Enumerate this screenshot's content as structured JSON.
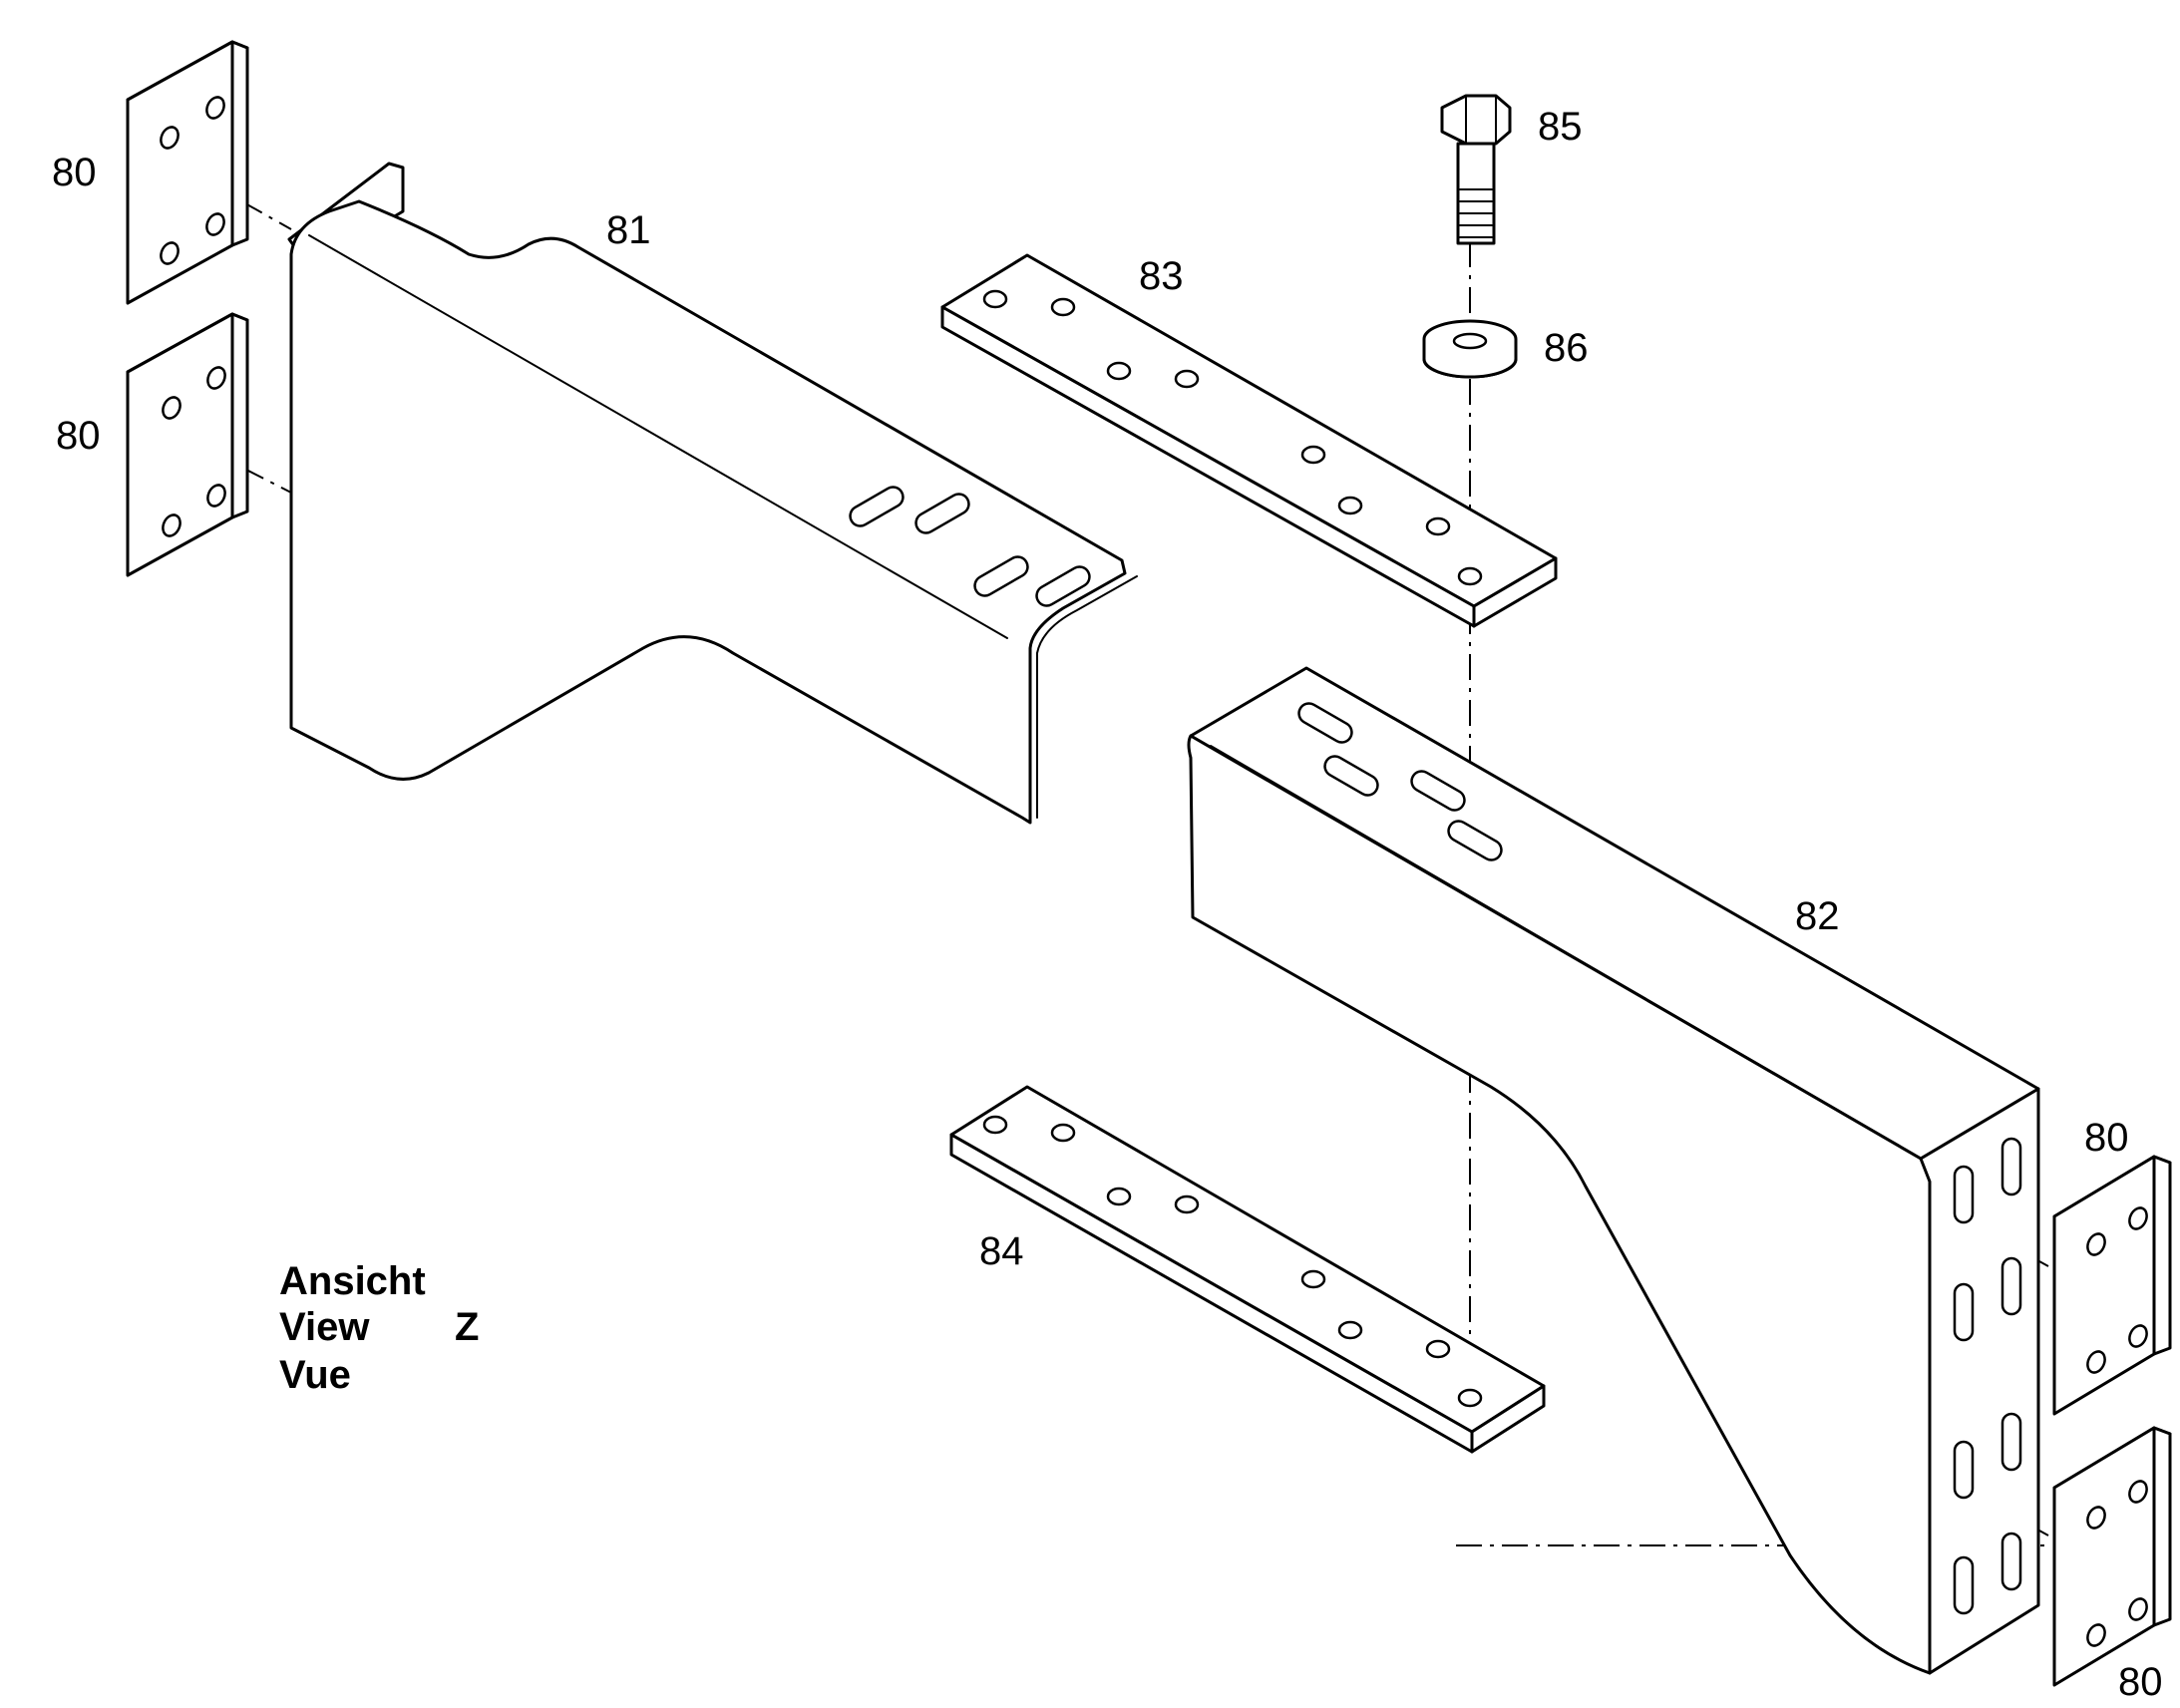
{
  "drawing": {
    "part_numbers": {
      "plate_top_left": "80",
      "plate_mid_left": "80",
      "plate_top_right": "80",
      "plate_bottom_right": "80",
      "bracket_left": "81",
      "bracket_right": "82",
      "strip_upper": "83",
      "strip_lower": "84",
      "bolt": "85",
      "washer": "86"
    },
    "view_label": {
      "line1": "Ansicht",
      "line2": "View",
      "line3": "Vue",
      "letter": "Z"
    }
  }
}
